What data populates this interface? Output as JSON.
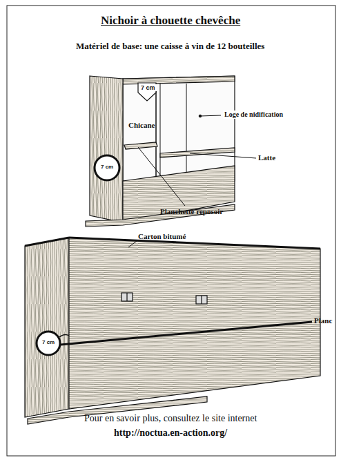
{
  "diagram": {
    "title": "Nichoir à chouette chevêche",
    "labels": [
      "Matériel de base: une caisse à vin de 12 bouteilles",
      "7 cm",
      "Chicane",
      "Loge de nidification",
      "Latte",
      "7 cm",
      "Planchette reposoir",
      "Carton bitumé",
      "7 cm",
      "Planc",
      "Pour en savoir plus, consultez le site internet",
      "http://noctua.en-action.org/"
    ]
  }
}
